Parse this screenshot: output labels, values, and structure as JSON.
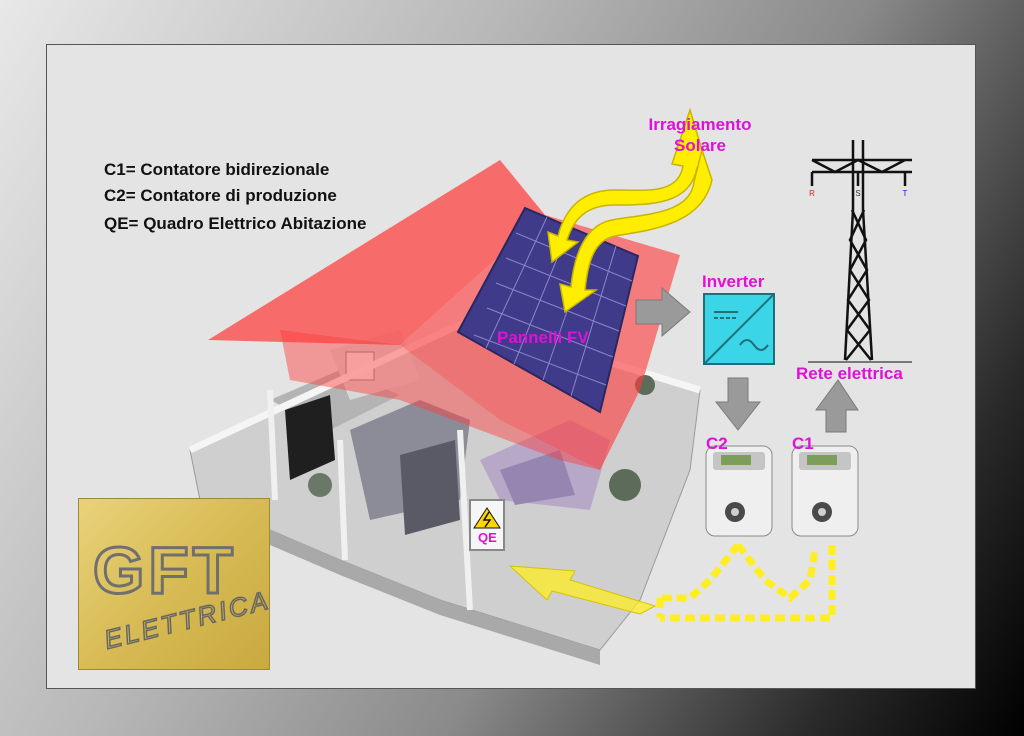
{
  "legend": {
    "c1": "C1= Contatore bidirezionale",
    "c2": "C2= Contatore di produzione",
    "qe": "QE= Quadro Elettrico Abitazione"
  },
  "labels": {
    "solar_line1": "Irragiamento",
    "solar_line2": "Solare",
    "pv": "Pannelli FV",
    "inverter": "Inverter",
    "grid": "Rete elettrica",
    "c2": "C2",
    "c1": "C1",
    "qe": "QE"
  },
  "tower_phases": [
    "R",
    "S",
    "T"
  ],
  "logo": {
    "text": "GFT",
    "subtext": "ELETTRICA"
  },
  "colors": {
    "roof": "#ff3b3b",
    "label_magenta": "#e010d8",
    "inverter": "#3ad6e8",
    "sun_ray": "#ffee00",
    "flow_arrow": "#ffee22",
    "gray_arrow": "#9a9a9a"
  }
}
